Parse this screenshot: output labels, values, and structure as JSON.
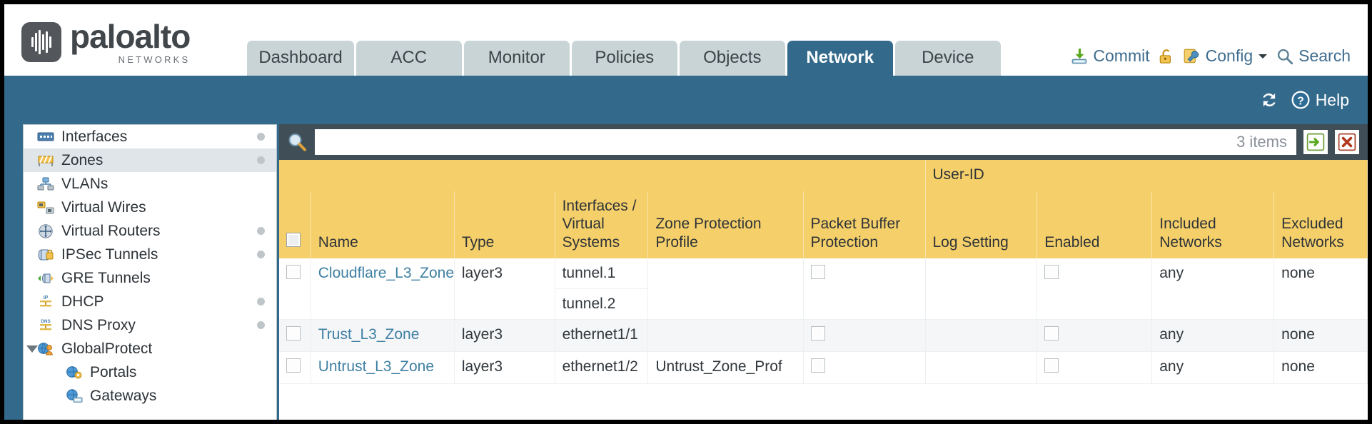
{
  "brand": {
    "name": "paloalto",
    "tagline": "NETWORKS"
  },
  "nav": {
    "tabs": [
      {
        "label": "Dashboard",
        "active": false
      },
      {
        "label": "ACC",
        "active": false
      },
      {
        "label": "Monitor",
        "active": false
      },
      {
        "label": "Policies",
        "active": false
      },
      {
        "label": "Objects",
        "active": false
      },
      {
        "label": "Network",
        "active": true
      },
      {
        "label": "Device",
        "active": false
      }
    ]
  },
  "topactions": {
    "commit": "Commit",
    "lock_icon": "padlock-icon",
    "config": "Config",
    "search": "Search"
  },
  "blueband": {
    "refresh_icon": "refresh-icon",
    "help": "Help"
  },
  "sidebar": {
    "items": [
      {
        "label": "Interfaces",
        "icon": "interfaces-icon",
        "dot": true,
        "selected": false,
        "child": false,
        "expander": false
      },
      {
        "label": "Zones",
        "icon": "zones-icon",
        "dot": true,
        "selected": true,
        "child": false,
        "expander": false
      },
      {
        "label": "VLANs",
        "icon": "vlans-icon",
        "dot": false,
        "selected": false,
        "child": false,
        "expander": false
      },
      {
        "label": "Virtual Wires",
        "icon": "virtual-wires-icon",
        "dot": false,
        "selected": false,
        "child": false,
        "expander": false
      },
      {
        "label": "Virtual Routers",
        "icon": "virtual-routers-icon",
        "dot": true,
        "selected": false,
        "child": false,
        "expander": false
      },
      {
        "label": "IPSec Tunnels",
        "icon": "ipsec-tunnels-icon",
        "dot": true,
        "selected": false,
        "child": false,
        "expander": false
      },
      {
        "label": "GRE Tunnels",
        "icon": "gre-tunnels-icon",
        "dot": false,
        "selected": false,
        "child": false,
        "expander": false
      },
      {
        "label": "DHCP",
        "icon": "dhcp-icon",
        "dot": true,
        "selected": false,
        "child": false,
        "expander": false
      },
      {
        "label": "DNS Proxy",
        "icon": "dns-proxy-icon",
        "dot": true,
        "selected": false,
        "child": false,
        "expander": false
      },
      {
        "label": "GlobalProtect",
        "icon": "globalprotect-icon",
        "dot": false,
        "selected": false,
        "child": false,
        "expander": true
      },
      {
        "label": "Portals",
        "icon": "portals-icon",
        "dot": false,
        "selected": false,
        "child": true,
        "expander": false
      },
      {
        "label": "Gateways",
        "icon": "gateways-icon",
        "dot": false,
        "selected": false,
        "child": true,
        "expander": false
      }
    ]
  },
  "search": {
    "icon": "search-magnifier-icon",
    "value": "",
    "placeholder": "",
    "items_count": "3 items",
    "apply_icon": "green-arrow-icon",
    "clear_icon": "red-x-icon"
  },
  "table": {
    "group_header": {
      "user_id": "User-ID"
    },
    "columns": [
      "Name",
      "Type",
      "Interfaces / Virtual Systems",
      "Zone Protection Profile",
      "Packet Buffer Protection",
      "Log Setting",
      "Enabled",
      "Included Networks",
      "Excluded Networks"
    ],
    "columns_split": {
      "interfaces_l1": "Interfaces /",
      "interfaces_l2": "Virtual",
      "interfaces_l3": "Systems",
      "zone_prot_l1": "Zone Protection",
      "zone_prot_l2": "Profile",
      "packet_buf_l1": "Packet Buffer",
      "packet_buf_l2": "Protection",
      "included_l1": "Included",
      "included_l2": "Networks",
      "excluded_l1": "Excluded",
      "excluded_l2": "Networks"
    },
    "rows": [
      {
        "selected": false,
        "name": "Cloudflare_L3_Zone",
        "type": "layer3",
        "interfaces": [
          "tunnel.1",
          "tunnel.2"
        ],
        "zone_protection_profile": "",
        "packet_buffer_protection": false,
        "log_setting": "",
        "userid_enabled": false,
        "included_networks": "any",
        "excluded_networks": "none"
      },
      {
        "selected": false,
        "name": "Trust_L3_Zone",
        "type": "layer3",
        "interfaces": [
          "ethernet1/1"
        ],
        "zone_protection_profile": "",
        "packet_buffer_protection": false,
        "log_setting": "",
        "userid_enabled": false,
        "included_networks": "any",
        "excluded_networks": "none"
      },
      {
        "selected": false,
        "name": "Untrust_L3_Zone",
        "type": "layer3",
        "interfaces": [
          "ethernet1/2"
        ],
        "zone_protection_profile": "Untrust_Zone_Prof",
        "packet_buffer_protection": false,
        "log_setting": "",
        "userid_enabled": false,
        "included_networks": "any",
        "excluded_networks": "none"
      }
    ]
  },
  "colors": {
    "brand_blue": "#336a8c",
    "header_yellow": "#f5d06a",
    "group_yellow": "#ddb44e",
    "link_blue": "#3e7fa3",
    "panel_dark": "#3f4e57"
  }
}
